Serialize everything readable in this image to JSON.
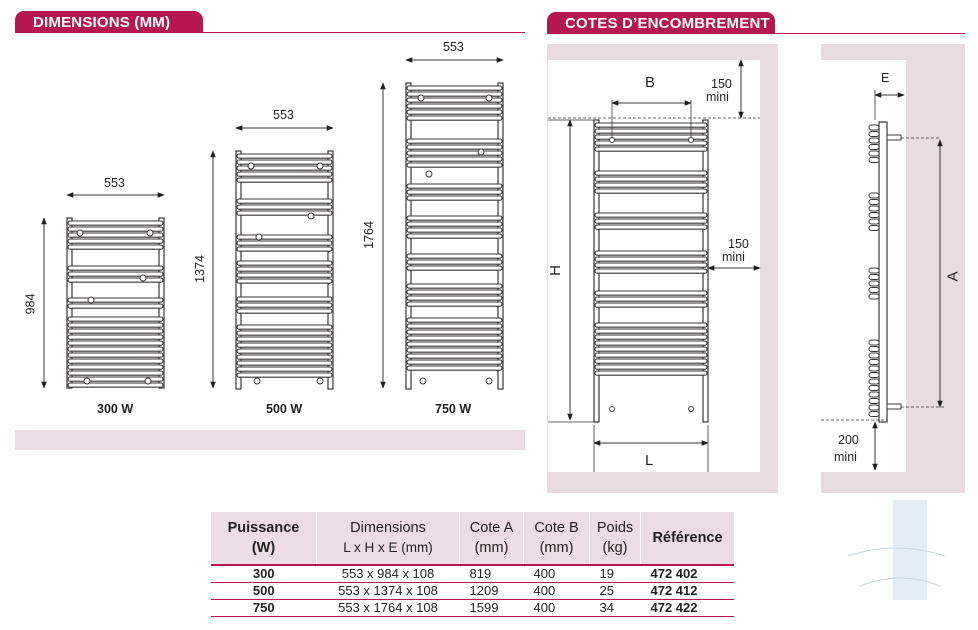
{
  "sections": {
    "left_title": "DIMENSIONS (MM)",
    "right_title": "COTES D’ENCOMBREMENT"
  },
  "radiators": [
    {
      "width": "553",
      "height": "984",
      "power": "300 W"
    },
    {
      "width": "553",
      "height": "1374",
      "power": "500 W"
    },
    {
      "width": "553",
      "height": "1764",
      "power": "750 W"
    }
  ],
  "clearance": {
    "b_label": "B",
    "top_gap": [
      "150",
      "mini"
    ],
    "side_gap": [
      "150",
      "mini"
    ],
    "h_label": "H",
    "l_label": "L",
    "e_label": "E",
    "a_label": "A",
    "bottom_gap": [
      "200",
      "mini"
    ]
  },
  "table": {
    "headers": [
      [
        "Puissance",
        "(W)"
      ],
      [
        "Dimensions",
        "L x H x E (mm)"
      ],
      [
        "Cote A",
        "(mm)"
      ],
      [
        "Cote B",
        "(mm)"
      ],
      [
        "Poids",
        "(kg)"
      ],
      [
        "Référence"
      ]
    ],
    "rows": [
      [
        "300",
        "553 x 984 x 108",
        "819",
        "400",
        "19",
        "472 402"
      ],
      [
        "500",
        "553 x 1374 x 108",
        "1209",
        "400",
        "25",
        "472 412"
      ],
      [
        "750",
        "553 x 1764 x 108",
        "1599",
        "400",
        "34",
        "472 422"
      ]
    ]
  },
  "colors": {
    "accent": "#b5174f",
    "band": "#ebdde3",
    "wall": "#e8dce1",
    "line": "#231f20"
  }
}
